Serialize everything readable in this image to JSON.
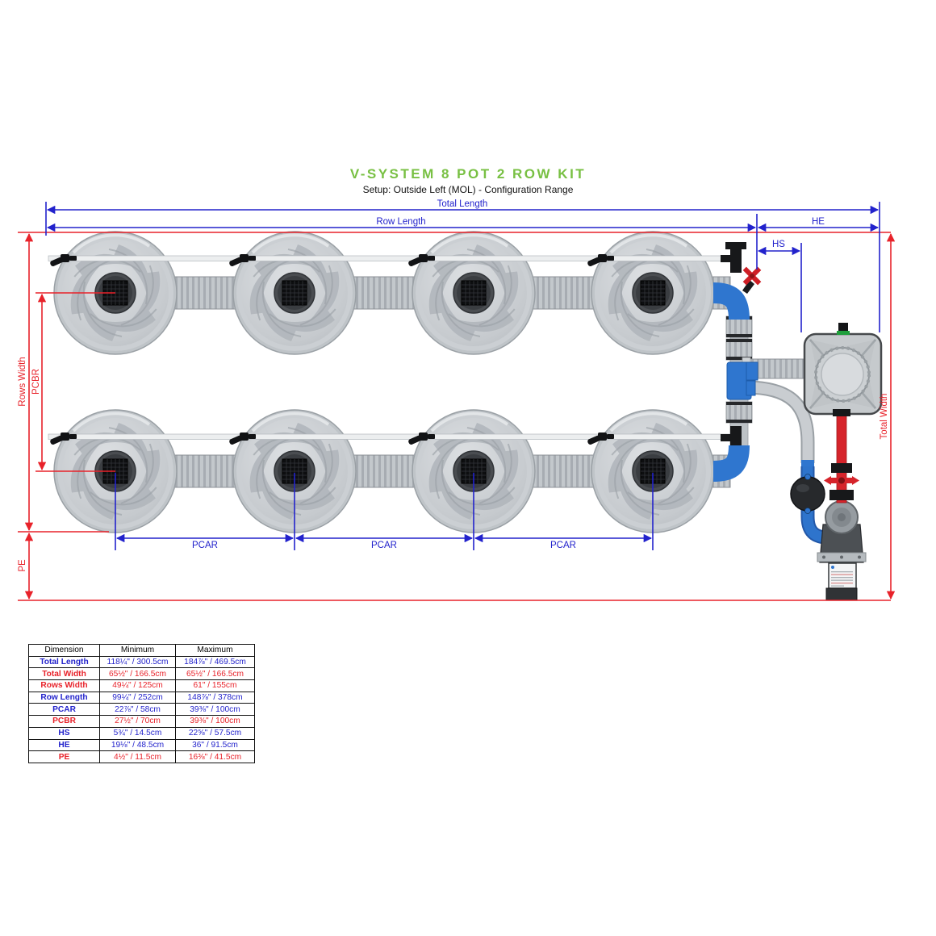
{
  "title": {
    "main": "V-SYSTEM 8 POT 2 ROW KIT",
    "subtitle": "Setup: Outside Left (MOL) - Configuration Range"
  },
  "colors": {
    "accent_green": "#78c043",
    "dimension_blue": "#2222cc",
    "dimension_red": "#e8222a"
  },
  "diagram": {
    "labels": {
      "total_length": "Total Length",
      "row_length": "Row Length",
      "he": "HE",
      "hs": "HS",
      "total_width": "Total Width",
      "rows_width": "Rows Width",
      "pcbr": "PCBR",
      "pcar": "PCAR",
      "pe": "PE"
    }
  },
  "table": {
    "headers": [
      "Dimension",
      "Minimum",
      "Maximum"
    ],
    "rows": [
      {
        "label": "Total Length",
        "min": "118¼\" / 300.5cm",
        "max": "184⅞\" / 469.5cm"
      },
      {
        "label": "Total Width",
        "min": "65½\" / 166.5cm",
        "max": "65½\" / 166.5cm"
      },
      {
        "label": "Rows Width",
        "min": "49¼\" / 125cm",
        "max": "61\" / 155cm"
      },
      {
        "label": "Row Length",
        "min": "99¼\" / 252cm",
        "max": "148⅞\" / 378cm"
      },
      {
        "label": "PCAR",
        "min": "22⅞\" / 58cm",
        "max": "39⅜\" / 100cm"
      },
      {
        "label": "PCBR",
        "min": "27½\" / 70cm",
        "max": "39⅜\" / 100cm"
      },
      {
        "label": "HS",
        "min": "5¾\" / 14.5cm",
        "max": "22⅝\" / 57.5cm"
      },
      {
        "label": "HE",
        "min": "19⅛\" / 48.5cm",
        "max": "36\" / 91.5cm"
      },
      {
        "label": "PE",
        "min": "4½\" / 11.5cm",
        "max": "16⅜\" / 41.5cm"
      }
    ]
  }
}
